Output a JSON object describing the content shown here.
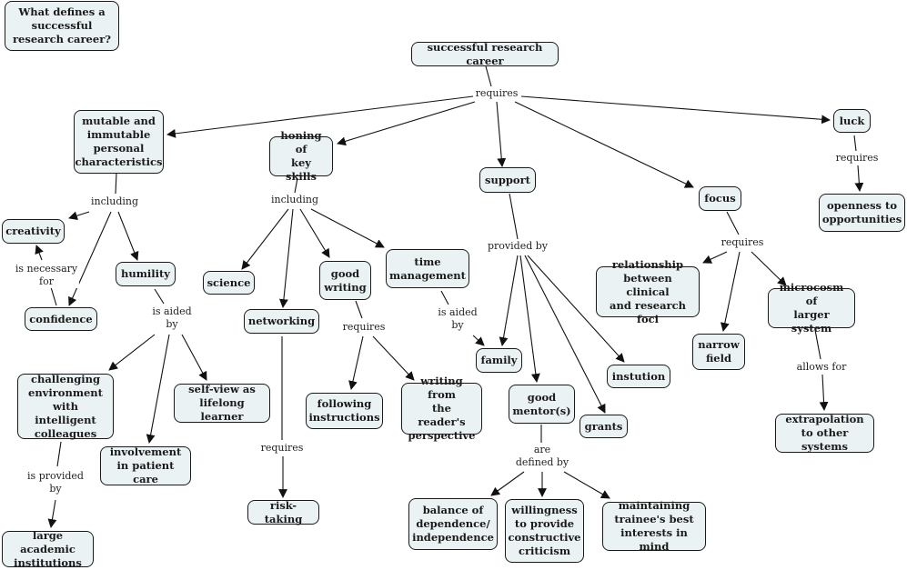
{
  "title": "What defines a successful research career?",
  "nodes": {
    "root": "successful research career",
    "personal": "mutable and\nimmutable\npersonal\ncharacteristics",
    "honing": "honing of\nkey skills",
    "support": "support",
    "focus": "focus",
    "luck": "luck",
    "openness": "openness to\nopportunities",
    "creativity": "creativity",
    "confidence": "confidence",
    "humility": "humility",
    "challenging": "challenging\nenvironment\nwith intelligent\ncolleagues",
    "selfview": "self-view as\nlifelong learner",
    "patientcare": "involvement\nin patient care",
    "largeacademic": "large academic\ninstitutions",
    "science": "science",
    "networking": "networking",
    "goodwriting": "good\nwriting",
    "timemgmt": "time\nmanagement",
    "riskTaking": "risk-taking",
    "following": "following\ninstructions",
    "readerPerspective": "writing from\nthe reader's\nperspective",
    "family": "family",
    "mentors": "good\nmentor(s)",
    "grants": "grants",
    "instution": "instution",
    "balance": "balance of\ndependence/\nindependence",
    "willingness": "willingness\nto provide\nconstructive\ncriticism",
    "maintaining": "maintaining\ntrainee's best\ninterests in mind",
    "relationship": "relationship\nbetween clinical\nand research foci",
    "narrow": "narrow\nfield",
    "microcosm": "microcosm of\nlarger system",
    "extrapolation": "extrapolation\nto other systems"
  },
  "links": {
    "root_requires": "requires",
    "personal_including": "including",
    "honing_including": "including",
    "support_providedby": "provided by",
    "focus_requires": "requires",
    "luck_requires": "requires",
    "confidence_necessary": "is necessary\nfor",
    "humility_aided": "is aided\nby",
    "challenging_provided": "is provided\nby",
    "networking_requires": "requires",
    "writing_requires": "requires",
    "time_aided": "is aided\nby",
    "mentors_defined": "are\ndefined by",
    "microcosm_allows": "allows for"
  }
}
